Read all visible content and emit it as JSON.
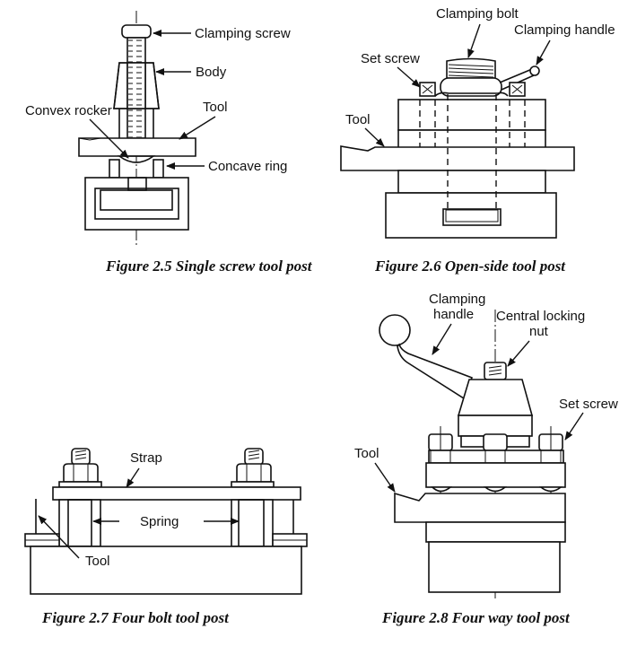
{
  "figures": [
    {
      "id": "2.5",
      "caption": "Figure 2.5 Single screw tool post",
      "labels": {
        "clamping_screw": "Clamping screw",
        "body": "Body",
        "convex_rocker": "Convex rocker",
        "tool": "Tool",
        "concave_ring": "Concave ring"
      }
    },
    {
      "id": "2.6",
      "caption": "Figure 2.6 Open-side tool post",
      "labels": {
        "clamping_bolt": "Clamping bolt",
        "clamping_handle": "Clamping handle",
        "set_screw": "Set screw",
        "tool": "Tool"
      }
    },
    {
      "id": "2.7",
      "caption": "Figure 2.7 Four bolt tool post",
      "labels": {
        "strap": "Strap",
        "spring": "Spring",
        "tool": "Tool"
      }
    },
    {
      "id": "2.8",
      "caption": "Figure 2.8 Four way tool post",
      "labels": {
        "clamping_handle_line1": "Clamping",
        "clamping_handle_line2": "handle",
        "central_locking_nut_line1": "Central locking",
        "central_locking_nut_line2": "nut",
        "set_screw": "Set screw",
        "tool": "Tool"
      }
    }
  ]
}
